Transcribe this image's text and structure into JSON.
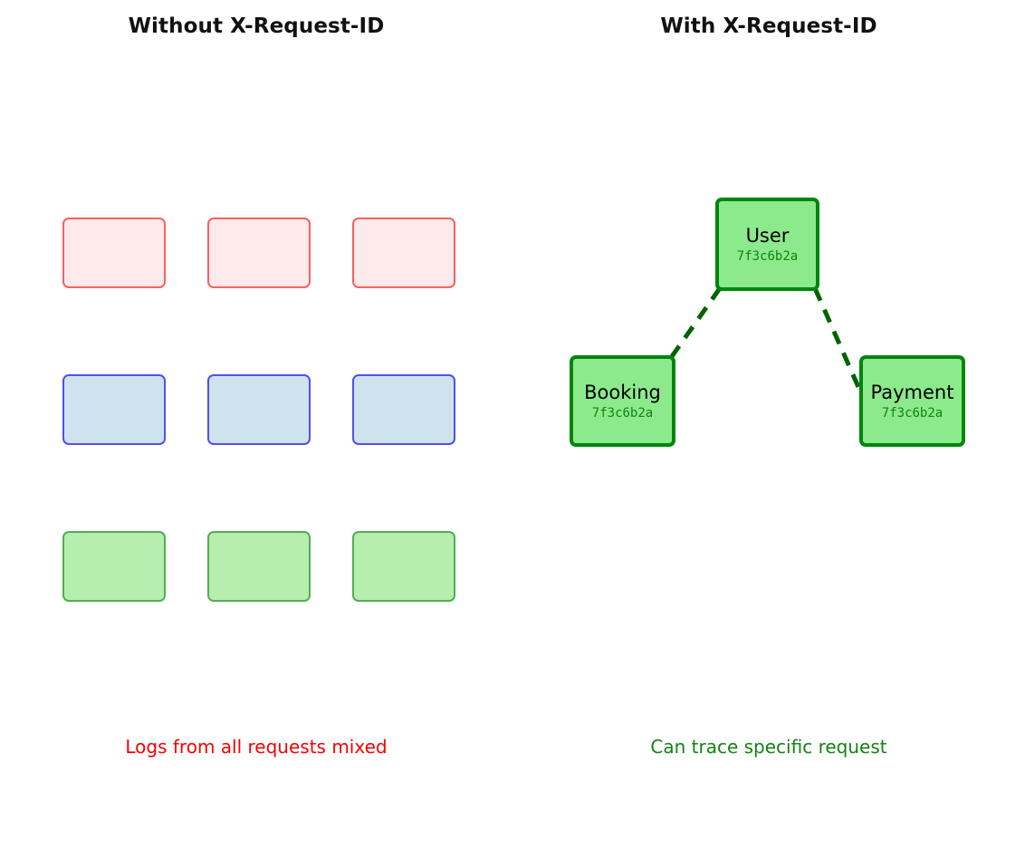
{
  "diagram": {
    "type": "comparison-diagram",
    "background": "#ffffff",
    "panels": {
      "left": {
        "title": "Without X-Request-ID",
        "caption": "Logs from all requests mixed",
        "caption_color": "#f50000",
        "grid": {
          "columns": 3,
          "rows": 3,
          "row_styles": [
            {
              "name": "red",
              "fill": "#fdeaea",
              "stroke": "#f9615f"
            },
            {
              "name": "blue",
              "fill": "#cfe3ee",
              "stroke": "#5050f0"
            },
            {
              "name": "green",
              "fill": "#b6eeae",
              "stroke": "#53ad55"
            }
          ],
          "boxes": [
            {
              "row": 0,
              "col": 0,
              "style": "red",
              "label": ""
            },
            {
              "row": 0,
              "col": 1,
              "style": "red",
              "label": ""
            },
            {
              "row": 0,
              "col": 2,
              "style": "red",
              "label": ""
            },
            {
              "row": 1,
              "col": 0,
              "style": "blue",
              "label": ""
            },
            {
              "row": 1,
              "col": 1,
              "style": "blue",
              "label": ""
            },
            {
              "row": 1,
              "col": 2,
              "style": "blue",
              "label": ""
            },
            {
              "row": 2,
              "col": 0,
              "style": "green",
              "label": ""
            },
            {
              "row": 2,
              "col": 1,
              "style": "green",
              "label": ""
            },
            {
              "row": 2,
              "col": 2,
              "style": "green",
              "label": ""
            }
          ]
        }
      },
      "right": {
        "title": "With X-Request-ID",
        "caption": "Can trace specific request",
        "caption_color": "#128312",
        "node_fill": "#8ce98c",
        "node_stroke": "#00860d",
        "id_color": "#128312",
        "edge_color": "#006400",
        "edge_style": "dashed",
        "nodes": [
          {
            "id": "user",
            "label": "User",
            "request_id": "7f3c6b2a"
          },
          {
            "id": "booking",
            "label": "Booking",
            "request_id": "7f3c6b2a"
          },
          {
            "id": "payment",
            "label": "Payment",
            "request_id": "7f3c6b2a"
          }
        ],
        "edges": [
          {
            "from": "user",
            "to": "booking"
          },
          {
            "from": "user",
            "to": "payment"
          }
        ]
      }
    }
  }
}
